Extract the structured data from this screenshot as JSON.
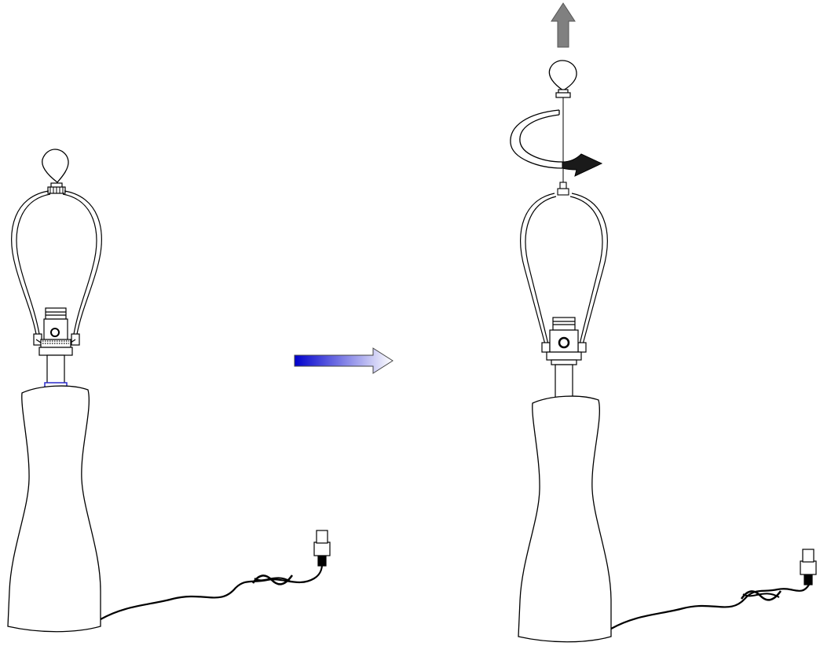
{
  "diagram": {
    "steps": [
      {
        "id": "before",
        "parts": [
          "finial-icon",
          "harp-icon",
          "socket-icon",
          "neck-icon",
          "lamp-base",
          "power-cord",
          "plug-icon"
        ]
      },
      {
        "id": "after",
        "parts": [
          "up-arrow-icon",
          "finial-icon",
          "rotate-arrow-icon",
          "harp-icon",
          "socket-icon",
          "neck-icon",
          "lamp-base",
          "power-cord",
          "plug-icon"
        ]
      }
    ],
    "colors": {
      "outline": "#000000",
      "transition_arrow_start": "#0000cc",
      "transition_arrow_end": "#ffffff",
      "lift_arrow": "#808080",
      "rotate_arrow": "#1a1a1a",
      "neck_ring": "#2b2bcc"
    }
  }
}
